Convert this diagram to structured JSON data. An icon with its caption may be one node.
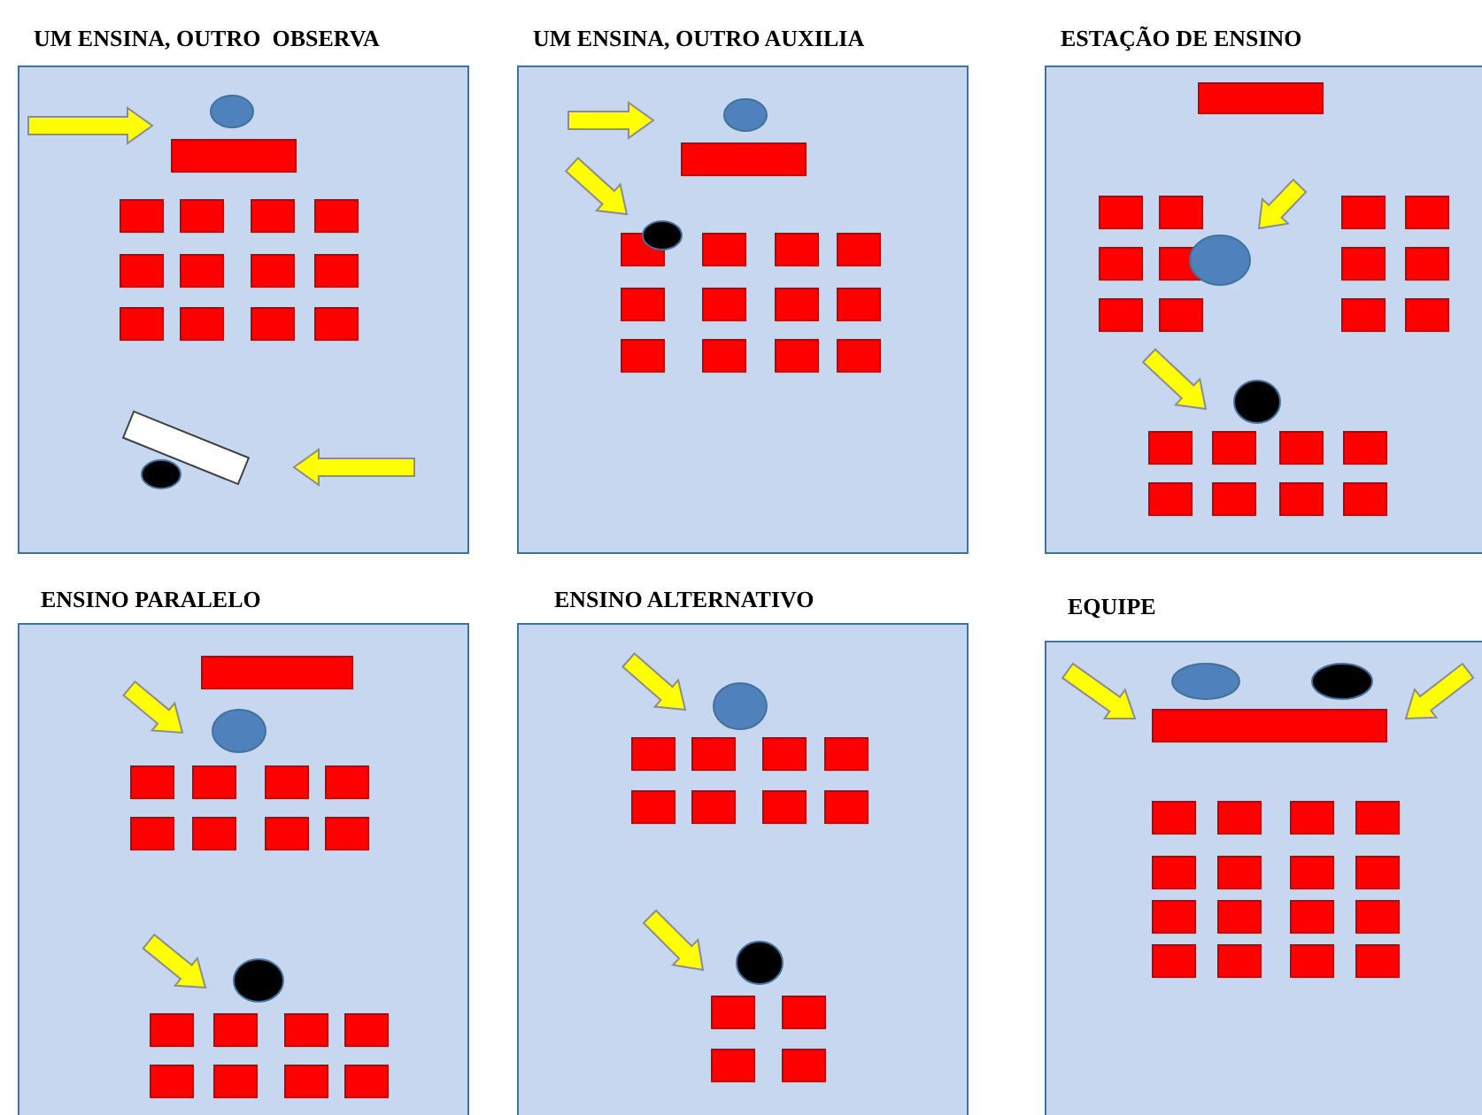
{
  "diagram": {
    "nodes": [
      {
        "text": [
          "UM ENSINA, OUTRO  OBSERVA"
        ]
      },
      {
        "text": [
          "UM ENSINA, OUTRO AUXILIA"
        ]
      },
      {
        "text": [
          "ESTAÇÃO DE ENSINO"
        ]
      },
      {
        "text": [
          "ENSINO PARALELO"
        ]
      },
      {
        "text": [
          "ENSINO ALTERNATIVO"
        ]
      },
      {
        "text": [
          "EQUIPE"
        ]
      }
    ]
  }
}
